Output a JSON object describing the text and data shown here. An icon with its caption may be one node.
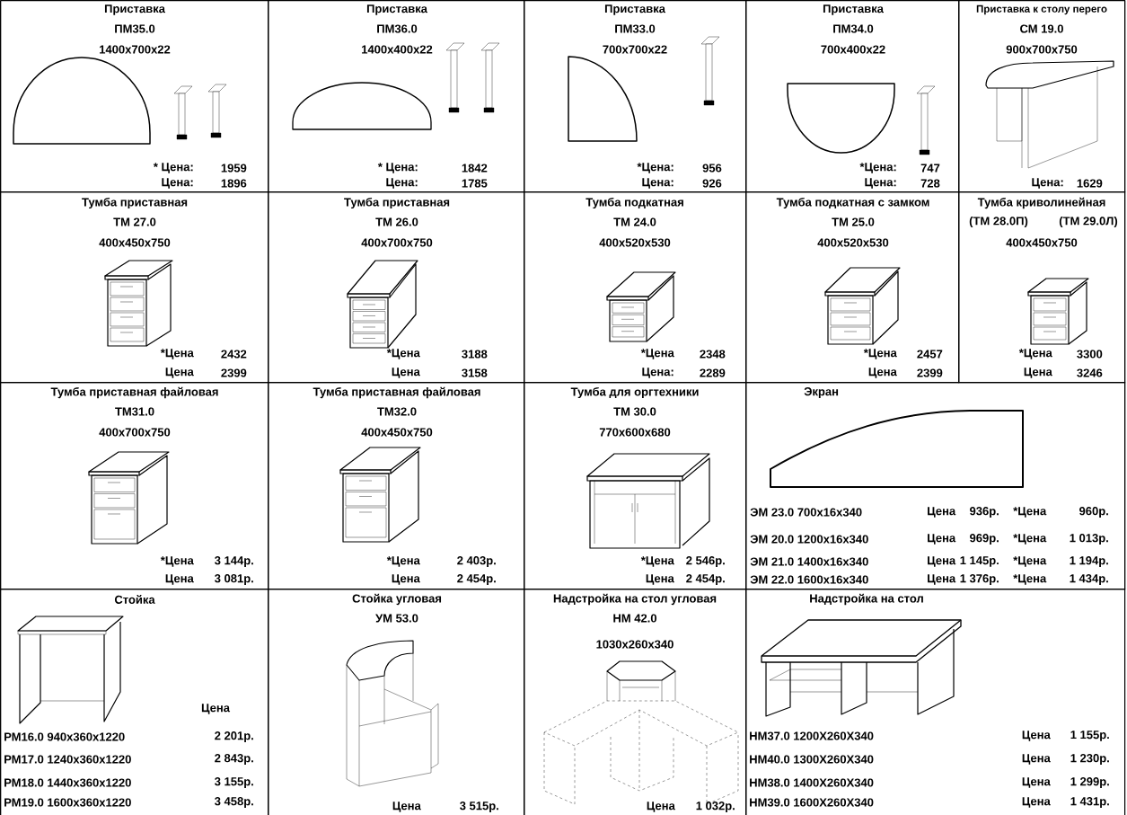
{
  "diagram": {
    "nodes": [
      {
        "text": [
          "Приставка",
          "ПМ35.0",
          "1400x700x22",
          "* Цена:",
          "1959",
          "Цена:",
          "1896"
        ]
      },
      {
        "text": [
          "Приставка",
          "ПМ36.0",
          "1400x400x22",
          "* Цена:",
          "1842",
          "Цена:",
          "1785"
        ]
      },
      {
        "text": [
          "Приставка",
          "ПМ33.0",
          "700x700x22",
          "*Цена:",
          "956",
          "Цена:",
          "926"
        ]
      },
      {
        "text": [
          "Приставка",
          "ПМ34.0",
          "700x400x22",
          "*Цена:",
          "747",
          "Цена:",
          "728"
        ]
      },
      {
        "text": [
          "Приставка к столу перего",
          "СМ 19.0",
          "900x700x750",
          "Цена:",
          "1629"
        ]
      },
      {
        "text": [
          "Тумба приставная",
          "ТМ 27.0",
          "400x450x750",
          "*Цена",
          "2432",
          "Цена",
          "2399"
        ]
      },
      {
        "text": [
          "Тумба приставная",
          "ТМ 26.0",
          "400x700x750",
          "*Цена",
          "3188",
          "Цена",
          "3158"
        ]
      },
      {
        "text": [
          "Тумба подкатная",
          "ТМ 24.0",
          "400x520x530",
          "*Цена",
          "2348",
          "Цена:",
          "2289"
        ]
      },
      {
        "text": [
          "Тумба подкатная с замком",
          "ТМ 25.0",
          "400x520x530",
          "*Цена",
          "2457",
          "Цена",
          "2399"
        ]
      },
      {
        "text": [
          "Тумба криволинейная",
          "(ТМ 28.0П)",
          "(ТМ 29.0Л)",
          "400x450x750",
          "*Цена",
          "3300",
          "Цена",
          "3246"
        ]
      },
      {
        "text": [
          "Тумба приставная файловая",
          "ТМ31.0",
          "400x700x750",
          "*Цена",
          "3 144р.",
          "Цена",
          "3 081р."
        ]
      },
      {
        "text": [
          "Тумба приставная файловая",
          "ТМ32.0",
          "400x450x750",
          "*Цена",
          "2 403р.",
          "Цена",
          "2 454р."
        ]
      },
      {
        "text": [
          "Тумба для оргтехники",
          "ТМ 30.0",
          "770x600x680",
          "*Цена",
          "2 546р.",
          "Цена",
          "2 454р."
        ]
      },
      {
        "text": [
          "Экран",
          "ЭМ 23.0 700x16x340",
          "Цена",
          "936р.",
          "*Цена",
          "960р.",
          "ЭМ 20.0 1200x16x340",
          "Цена",
          "969р.",
          "*Цена",
          "1 013р.",
          "ЭМ 21.0 1400x16x340",
          "Цена",
          "1 145р.",
          "*Цена",
          "1 194р.",
          "ЭМ 22.0 1600x16x340",
          "Цена",
          "1 376р.",
          "*Цена",
          "1 434р."
        ]
      },
      {
        "text": [
          "Стойка",
          "Цена",
          "РМ16.0 940x360x1220",
          "2 201р.",
          "РМ17.0 1240x360x1220",
          "2 843р.",
          "РМ18.0 1440x360x1220",
          "3 155р.",
          "РМ19.0 1600x360x1220",
          "3 458р."
        ]
      },
      {
        "text": [
          "Стойка угловая",
          "УМ 53.0",
          "Цена",
          "3 515р."
        ]
      },
      {
        "text": [
          "Надстройка на стол угловая",
          "НМ 42.0",
          "1030x260x340",
          "Цена",
          "1 032р."
        ]
      },
      {
        "text": [
          "Надстройка на стол",
          "НМ37.0 1200X260X340",
          "Цена",
          "1 155р.",
          "НМ40.0 1300X260X340",
          "Цена",
          "1 230р.",
          "НМ38.0 1400X260X340",
          "Цена",
          "1 299р.",
          "НМ39.0 1600X260X340",
          "Цена",
          "1 431р."
        ]
      }
    ]
  }
}
